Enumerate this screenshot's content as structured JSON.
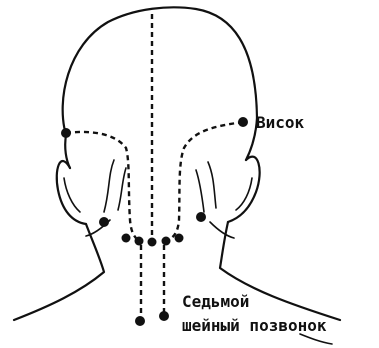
{
  "labels": {
    "temple": "Висок",
    "vertebra_line1": "Седьмой",
    "vertebra_line2": "шейный позвонок"
  },
  "colors": {
    "ink": "#111111",
    "background": "#ffffff"
  }
}
